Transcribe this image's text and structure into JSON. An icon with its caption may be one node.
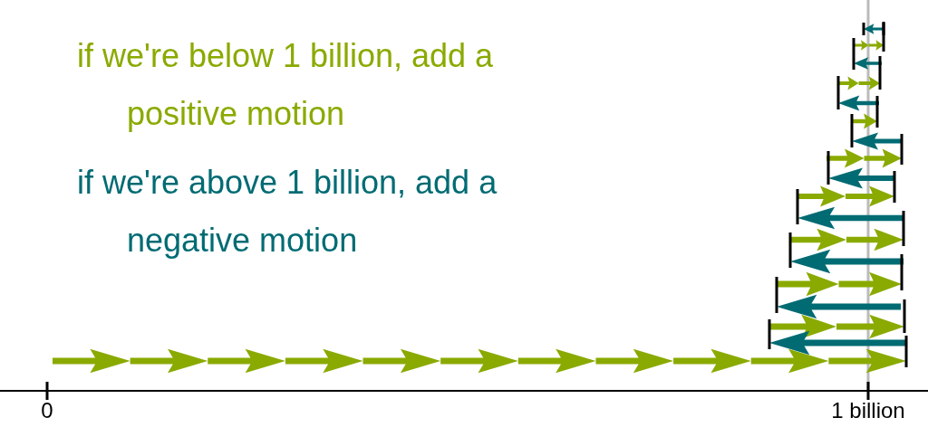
{
  "diagram": {
    "labels": [
      "if we're below 1 billion, add a positive motion",
      "if we're above 1 billion, add a negative motion",
      "0",
      "1 billion"
    ]
  }
}
